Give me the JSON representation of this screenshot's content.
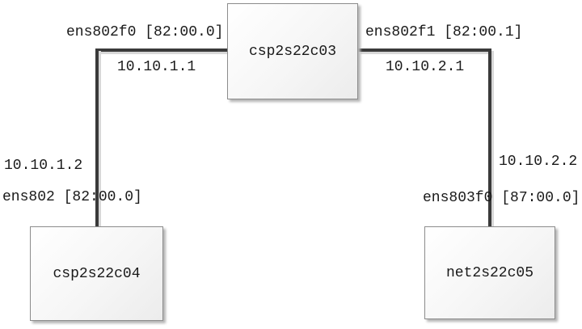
{
  "diagram": {
    "type": "network-topology",
    "nodes": {
      "top": {
        "label": "csp2s22c03"
      },
      "bottom_left": {
        "label": "csp2s22c04"
      },
      "bottom_right": {
        "label": "net2s22c05"
      }
    },
    "links": {
      "left": {
        "from": "csp2s22c03",
        "to": "csp2s22c04",
        "top_interface": "ens802f0 [82:00.0]",
        "top_ip": "10.10.1.1",
        "bottom_ip": "10.10.1.2",
        "bottom_interface": "ens802 [82:00.0]"
      },
      "right": {
        "from": "csp2s22c03",
        "to": "net2s22c05",
        "top_interface": "ens802f1 [82:00.1]",
        "top_ip": "10.10.2.1",
        "bottom_ip": "10.10.2.2",
        "bottom_interface": "ens803f0 [87:00.0]"
      }
    },
    "colors": {
      "background": "#ffffff",
      "line": "#3a3a3a",
      "line_shadow": "#d8d8d8",
      "node_border": "#8c8c8c",
      "node_fill_top": "#ffffff",
      "node_fill_bottom": "#ececec",
      "text": "#1a1a1a"
    }
  }
}
